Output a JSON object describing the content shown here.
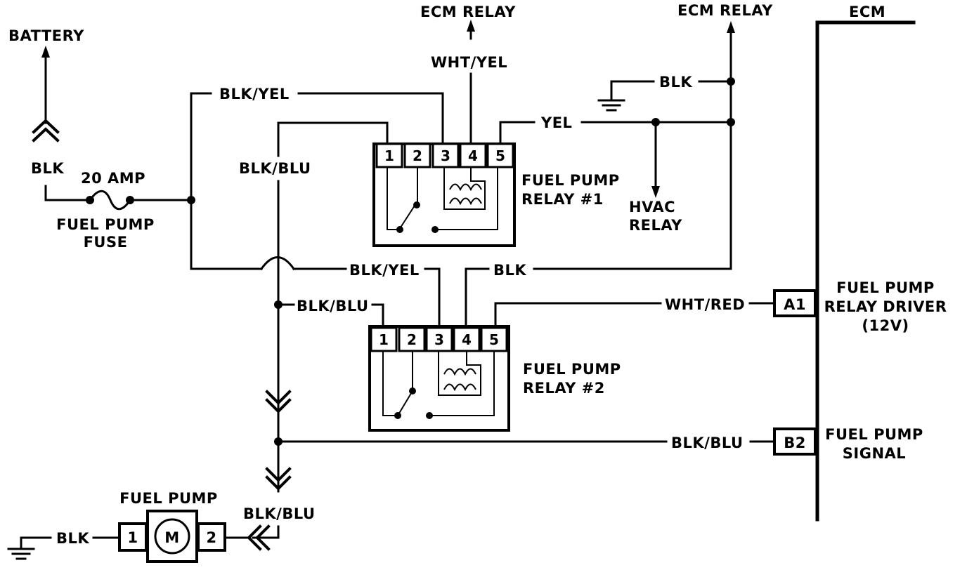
{
  "labels": {
    "battery": "BATTERY",
    "ecm_relay_1": "ECM RELAY",
    "ecm_relay_2": "ECM RELAY",
    "ecm": "ECM",
    "wht_yel": "WHT/YEL",
    "blk_yel_top": "BLK/YEL",
    "blk_top": "BLK",
    "yel": "YEL",
    "blk_fuse": "BLK",
    "fuse_rating": "20 AMP",
    "fuse_name_1": "FUEL PUMP",
    "fuse_name_2": "FUSE",
    "blk_blu_upper": "BLK/BLU",
    "relay1_name_1": "FUEL PUMP",
    "relay1_name_2": "RELAY #1",
    "hvac_1": "HVAC",
    "hvac_2": "RELAY",
    "blk_yel_mid": "BLK/YEL",
    "blk_mid": "BLK",
    "blk_blu_mid": "BLK/BLU",
    "wht_red": "WHT/RED",
    "a1": "A1",
    "driver_1": "FUEL PUMP",
    "driver_2": "RELAY DRIVER",
    "driver_3": "(12V)",
    "relay2_name_1": "FUEL PUMP",
    "relay2_name_2": "RELAY #2",
    "blk_blu_signal": "BLK/BLU",
    "b2": "B2",
    "signal_1": "FUEL PUMP",
    "signal_2": "SIGNAL",
    "pump_title": "FUEL PUMP",
    "blk_blu_pump": "BLK/BLU",
    "blk_pump": "BLK",
    "pump_pin_1": "1",
    "pump_motor": "M",
    "pump_pin_2": "2"
  },
  "relay1_pins": [
    "1",
    "2",
    "3",
    "4",
    "5"
  ],
  "relay2_pins": [
    "1",
    "2",
    "3",
    "4",
    "5"
  ]
}
